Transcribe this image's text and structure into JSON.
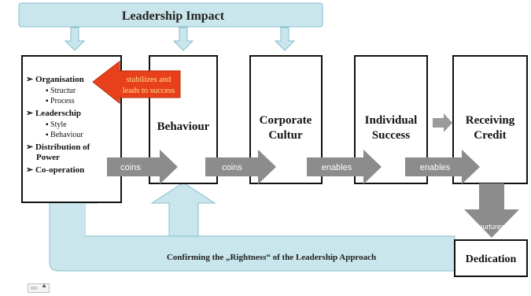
{
  "header": {
    "title": "Leadership Impact"
  },
  "boxes": {
    "organisation": {
      "items": [
        {
          "label": "Organisation",
          "subitems": [
            "Structur",
            "Process"
          ]
        },
        {
          "label": "Leaderschip",
          "subitems": [
            "Style",
            "Behaviour"
          ]
        },
        {
          "label": "Distribution of",
          "label2": "Power",
          "subitems": []
        },
        {
          "label": "Co-operation",
          "subitems": []
        }
      ]
    },
    "behaviour": {
      "line1": "Behaviour"
    },
    "corporate": {
      "line1": "Corporate",
      "line2": "Cultur"
    },
    "individual": {
      "line1": "Individual",
      "line2": "Success"
    },
    "receiving": {
      "line1": "Receiving",
      "line2": "Credit"
    },
    "dedication": {
      "line1": "Dedication"
    }
  },
  "callout": {
    "line1": "stabilizes and",
    "line2": "leads to success"
  },
  "arrows": {
    "coins_1": "coins",
    "coins_2": "coins",
    "enables_1": "enables",
    "enables_2": "enables",
    "nurtures": "nurtures"
  },
  "feedback": {
    "label": "Confirming the „Rightness“ of the Leadership Approach"
  },
  "colors": {
    "light_blue": "#c9e6ec",
    "blue_border": "#86bfcc",
    "grey_arrow": "#8c8c8c",
    "red_callout": "#e8401c",
    "callout_text": "#ffe08a"
  }
}
